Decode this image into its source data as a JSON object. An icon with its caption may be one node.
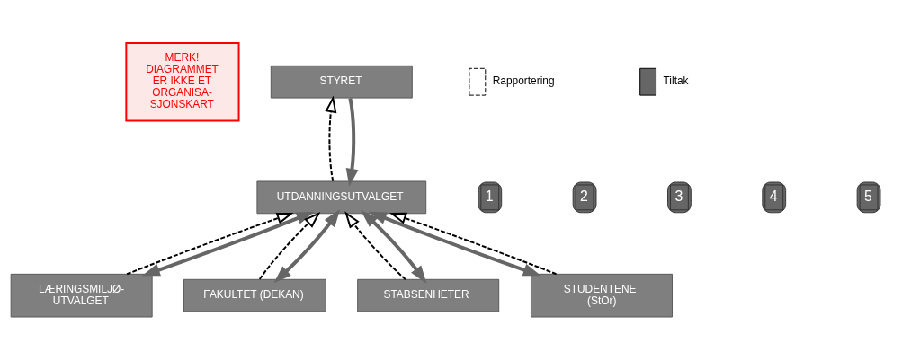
{
  "diagram": {
    "nodes": [
      {
        "text": [
          "MERK! DIAGRAMMET ER IKKE ET ORGANISA- SJONSKART"
        ]
      },
      {
        "text": [
          "STYRET"
        ]
      },
      {
        "text": [
          "UTDANNINGSUTVALGET"
        ]
      },
      {
        "text": [
          "LÆRINGSMILJØ- UTVALGET"
        ]
      },
      {
        "text": [
          "FAKULTET (DEKAN)"
        ]
      },
      {
        "text": [
          "STABSENHETER"
        ]
      },
      {
        "text": [
          "STUDENTENE (StOr)"
        ]
      }
    ],
    "edges": [
      {
        "from": 2,
        "to": 1,
        "arrow": "to",
        "style": "dashed"
      },
      {
        "from": 1,
        "to": 2,
        "arrow": "to",
        "style": "thick",
        "color": "#666666"
      },
      {
        "from": 3,
        "to": 2,
        "arrow": "to",
        "style": "dashed"
      },
      {
        "from": 3,
        "to": 2,
        "arrow": "both",
        "style": "thick",
        "color": "#666666"
      },
      {
        "from": 4,
        "to": 2,
        "arrow": "to",
        "style": "dashed"
      },
      {
        "from": 4,
        "to": 2,
        "arrow": "both",
        "style": "thick",
        "color": "#666666"
      },
      {
        "from": 5,
        "to": 2,
        "arrow": "to",
        "style": "dashed"
      },
      {
        "from": 5,
        "to": 2,
        "arrow": "both",
        "style": "thick",
        "color": "#666666"
      },
      {
        "from": 6,
        "to": 2,
        "arrow": "both",
        "style": "thick",
        "color": "#666666"
      },
      {
        "from": 6,
        "to": 2,
        "arrow": "to",
        "style": "dashed"
      }
    ],
    "labels": [
      "1",
      "2",
      "3",
      "4",
      "5"
    ],
    "legend": [
      {
        "text": "Rapportering"
      },
      {
        "text": "Tiltak"
      }
    ]
  }
}
